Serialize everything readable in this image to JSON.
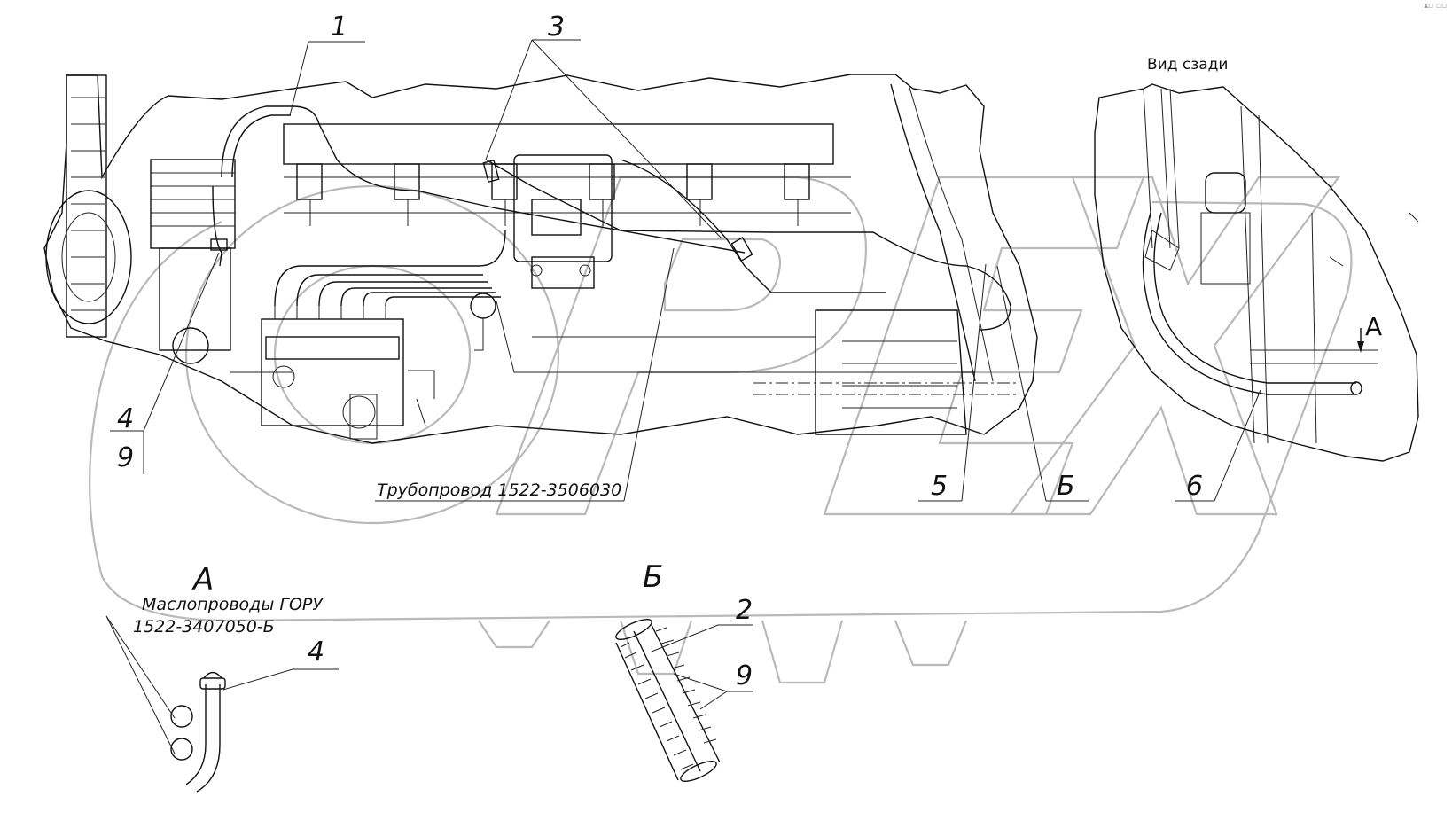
{
  "header": {
    "rear_view": "Вид сзади",
    "corner_mark": "▴▫ ▫▫"
  },
  "watermark": {
    "text": "ОРЕХ"
  },
  "callouts": {
    "c1": "1",
    "c3": "3",
    "c4": "4",
    "c9": "9",
    "c5": "5",
    "cB": "Б",
    "c6": "6",
    "cA_arrow": "А"
  },
  "pipeline": {
    "label": "Трубопровод 1522-3506030"
  },
  "detail_a": {
    "letter": "А",
    "caption_line1": "Маслопроводы ГОРУ",
    "caption_line2": "1522-3407050-Б",
    "callout_4": "4"
  },
  "detail_b": {
    "letter": "Б",
    "callout_2": "2",
    "callout_9": "9"
  },
  "colors": {
    "line": "#111111",
    "watermark": "#b9b9b9",
    "background": "#ffffff"
  }
}
